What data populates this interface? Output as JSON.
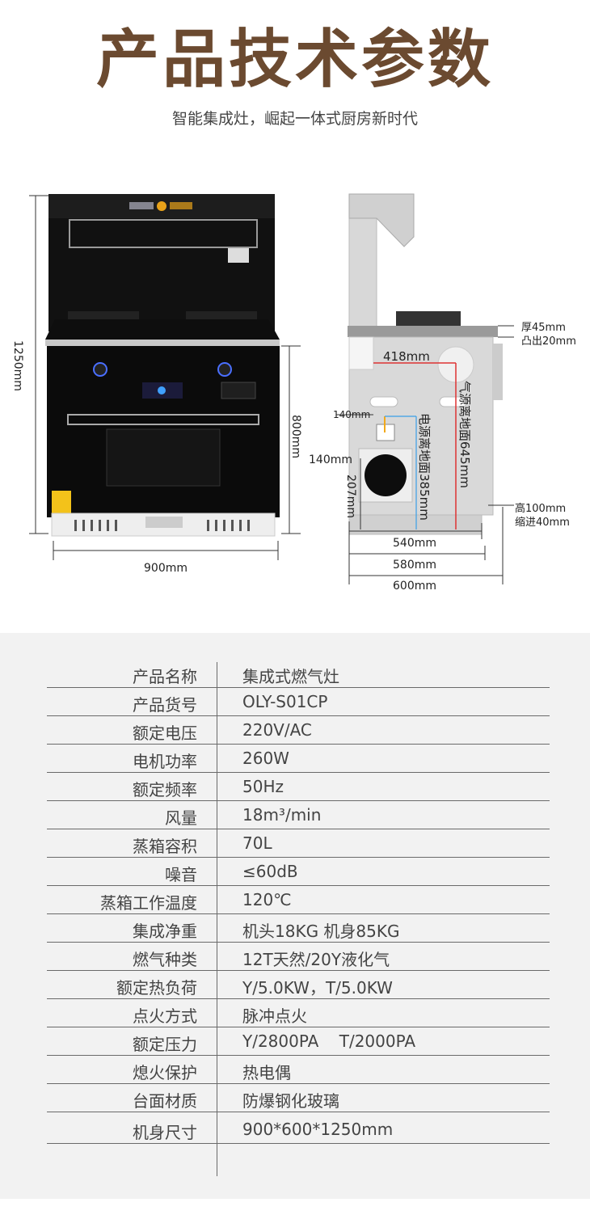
{
  "header": {
    "title": "产品技术参数",
    "subtitle": "智能集成灶，崛起一体式厨房新时代"
  },
  "diagram": {
    "front": {
      "height_label": "1250mm",
      "width_label": "900mm",
      "lower_height_label": "800mm"
    },
    "side": {
      "thickness_label": "厚45mm",
      "protrude_label": "凸出20mm",
      "gas_width_label": "418mm",
      "socket_height_label": "140mm",
      "vent_label": "140mm",
      "vent_bottom_label": "207mm",
      "power_label": "电源离地面385mm",
      "gas_label": "气源离地面645mm",
      "base_height_label": "高100mm",
      "base_recess_label": "缩进40mm",
      "dim_540": "540mm",
      "dim_580": "580mm",
      "dim_600": "600mm"
    }
  },
  "specs": [
    {
      "label": "产品名称",
      "value": "集成式燃气灶"
    },
    {
      "label": "产品货号",
      "value": "OLY-S01CP"
    },
    {
      "label": "额定电压",
      "value": "220V/AC"
    },
    {
      "label": "电机功率",
      "value": "260W"
    },
    {
      "label": "额定频率",
      "value": "50Hz"
    },
    {
      "label": "风量",
      "value": "18m³/min"
    },
    {
      "label": "蒸箱容积",
      "value": "70L"
    },
    {
      "label": "噪音",
      "value": "≤60dB"
    },
    {
      "label": "蒸箱工作温度",
      "value": "120℃"
    },
    {
      "label": "集成净重",
      "value": "机头18KG  机身85KG"
    },
    {
      "label": "燃气种类",
      "value": "12T天然/20Y液化气"
    },
    {
      "label": "额定热负荷",
      "value": "Y/5.0KW，T/5.0KW"
    },
    {
      "label": "点火方式",
      "value": "脉冲点火"
    },
    {
      "label": "额定压力",
      "value": "Y/2800PA    T/2000PA"
    },
    {
      "label": "熄火保护",
      "value": "热电偶"
    },
    {
      "label": "台面材质",
      "value": "防爆钢化玻璃"
    },
    {
      "label": "机身尺寸",
      "value": "900*600*1250mm"
    }
  ]
}
